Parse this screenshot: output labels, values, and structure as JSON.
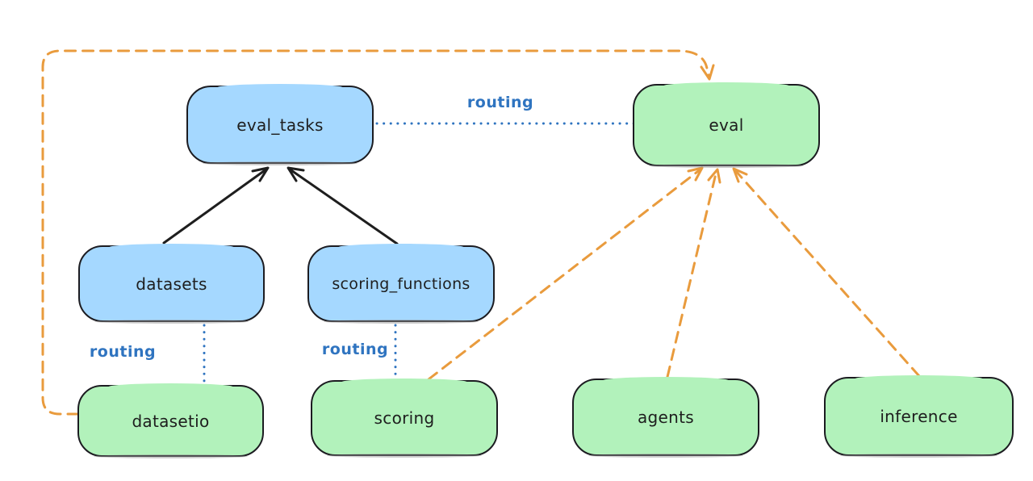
{
  "diagram": {
    "title": "",
    "background": "#ffffff",
    "nodes": {
      "eval_tasks": {
        "label": "eval_tasks",
        "group": "resource",
        "fill": "#a5d8ff"
      },
      "eval": {
        "label": "eval",
        "group": "api",
        "fill": "#b2f2bb"
      },
      "datasets": {
        "label": "datasets",
        "group": "resource",
        "fill": "#a5d8ff"
      },
      "scoring_functions": {
        "label": "scoring_functions",
        "group": "resource",
        "fill": "#a5d8ff"
      },
      "datasetio": {
        "label": "datasetio",
        "group": "api",
        "fill": "#b2f2bb"
      },
      "scoring": {
        "label": "scoring",
        "group": "api",
        "fill": "#b2f2bb"
      },
      "agents": {
        "label": "agents",
        "group": "api",
        "fill": "#b2f2bb"
      },
      "inference": {
        "label": "inference",
        "group": "api",
        "fill": "#b2f2bb"
      }
    },
    "edges": [
      {
        "from": "datasets",
        "to": "eval_tasks",
        "style": "solid-arrow",
        "color": "#1e1e1e",
        "label": ""
      },
      {
        "from": "scoring_functions",
        "to": "eval_tasks",
        "style": "solid-arrow",
        "color": "#1e1e1e",
        "label": ""
      },
      {
        "from": "eval_tasks",
        "to": "eval",
        "style": "dotted-line",
        "color": "#2f74c0",
        "label": "routing"
      },
      {
        "from": "datasets",
        "to": "datasetio",
        "style": "dotted-line",
        "color": "#2f74c0",
        "label": "routing"
      },
      {
        "from": "scoring_functions",
        "to": "scoring",
        "style": "dotted-line",
        "color": "#2f74c0",
        "label": "routing"
      },
      {
        "from": "datasetio",
        "to": "eval",
        "style": "dashed-arrow",
        "color": "#e99b3d",
        "label": ""
      },
      {
        "from": "scoring",
        "to": "eval",
        "style": "dashed-arrow",
        "color": "#e99b3d",
        "label": ""
      },
      {
        "from": "agents",
        "to": "eval",
        "style": "dashed-arrow",
        "color": "#e99b3d",
        "label": ""
      },
      {
        "from": "inference",
        "to": "eval",
        "style": "dashed-arrow",
        "color": "#e99b3d",
        "label": ""
      }
    ],
    "colors": {
      "node_border": "#1c1c21",
      "resource_fill_blue": "#a5d8ff",
      "api_fill_green": "#b2f2bb",
      "routing_blue": "#2f74c0",
      "provider_orange": "#e99b3d",
      "solid_arrow_black": "#1e1e1e"
    }
  }
}
